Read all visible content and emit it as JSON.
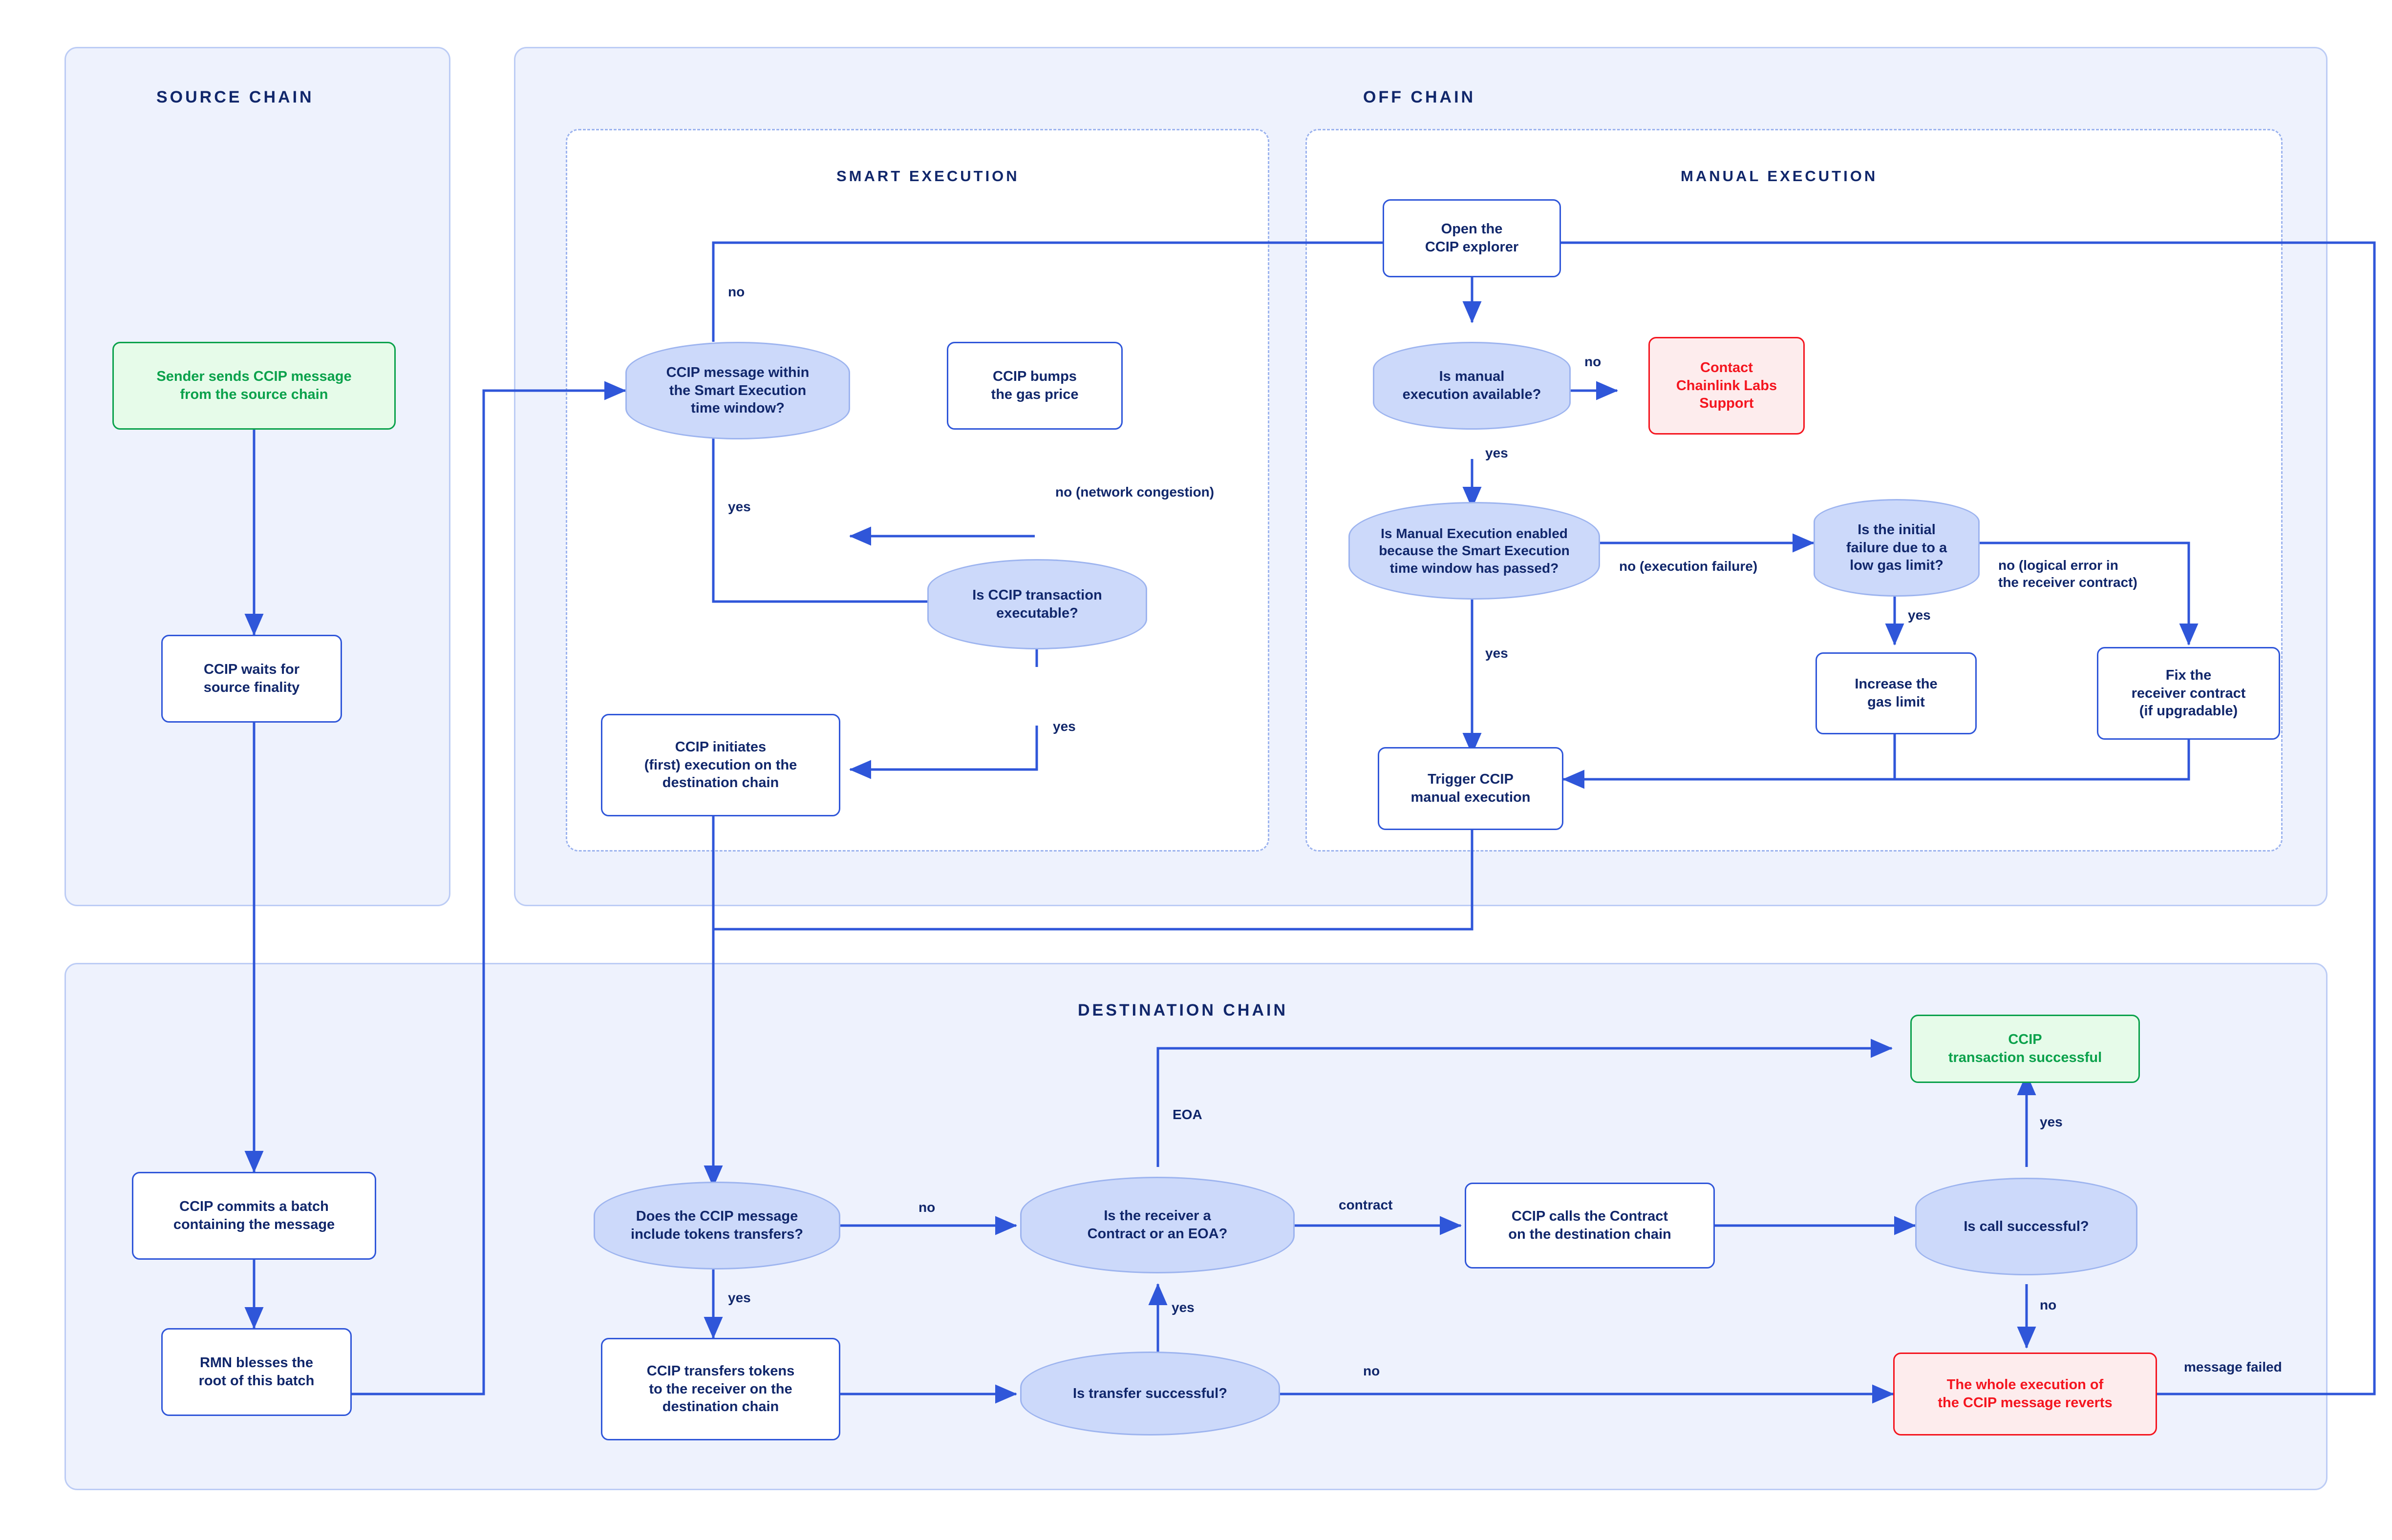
{
  "lanes": [
    {
      "key": "source",
      "title": "SOURCE CHAIN"
    },
    {
      "key": "offchain",
      "title": "OFF CHAIN"
    },
    {
      "key": "destination",
      "title": "DESTINATION CHAIN"
    }
  ],
  "sublanes": [
    {
      "key": "smart",
      "title": "SMART EXECUTION"
    },
    {
      "key": "manual",
      "title": "MANUAL EXECUTION"
    }
  ],
  "nodes": {
    "sender_sends": "Sender sends CCIP message\nfrom the source chain",
    "waits_finality": "CCIP waits for\nsource finality",
    "commits_batch": "CCIP commits a batch\ncontaining the message",
    "rmn_blesses": "RMN blesses the\nroot of this batch",
    "within_window": "CCIP message within\nthe Smart Execution\ntime window?",
    "bumps_gas": "CCIP bumps\nthe gas price",
    "tx_executable": "Is CCIP transaction\nexecutable?",
    "initiates_exec": "CCIP initiates\n(first) execution on the\ndestination chain",
    "open_explorer": "Open the\nCCIP explorer",
    "manual_available": "Is manual\nexecution available?",
    "contact_support": "Contact\nChainlink Labs\nSupport",
    "manual_enabled": "Is Manual Execution enabled\nbecause the Smart Execution\ntime window has passed?",
    "initial_failure": "Is the initial\nfailure due to a\nlow gas limit?",
    "increase_gas": "Increase the\ngas limit",
    "fix_receiver": "Fix the\nreceiver contract\n(if upgradable)",
    "trigger_manual": "Trigger CCIP\nmanual execution",
    "includes_tokens": "Does the CCIP message\ninclude tokens transfers?",
    "transfers_tokens": "CCIP transfers tokens\nto the receiver on the\ndestination chain",
    "transfer_successful": "Is transfer successful?",
    "receiver_type": "Is the receiver a\nContract or an EOA?",
    "calls_contract": "CCIP calls the Contract\non the destination chain",
    "call_successful": "Is call successful?",
    "tx_successful": "CCIP\ntransaction successful",
    "reverts": "The whole execution of\nthe CCIP message reverts"
  },
  "edge_labels": {
    "window_no": "no",
    "window_yes": "yes",
    "executable_no": "no (network congestion)",
    "executable_yes": "yes",
    "manual_available_no": "no",
    "manual_available_yes": "yes",
    "manual_enabled_no": "no (execution failure)",
    "manual_enabled_yes": "yes",
    "gas_limit_yes": "yes",
    "gas_limit_no": "no (logical error in\nthe receiver contract)",
    "tokens_no": "no",
    "tokens_yes": "yes",
    "receiver_eoa": "EOA",
    "receiver_contract": "contract",
    "transfer_yes": "yes",
    "transfer_no": "no",
    "call_yes": "yes",
    "call_no": "no",
    "message_failed": "message failed"
  },
  "colors": {
    "arrow": "#2f56d9",
    "lane_bg": "#eef2fd",
    "lane_border": "#bcccf5",
    "node_text": "#11276b",
    "success": "#0aa14b",
    "danger": "#f4151f",
    "decision_fill": "#ccd9fa"
  },
  "chart_data": {
    "type": "diagram",
    "title": "CCIP message execution flow",
    "lanes": [
      "SOURCE CHAIN",
      "OFF CHAIN",
      "DESTINATION CHAIN"
    ],
    "sublanes": [
      "SMART EXECUTION",
      "MANUAL EXECUTION"
    ]
  }
}
